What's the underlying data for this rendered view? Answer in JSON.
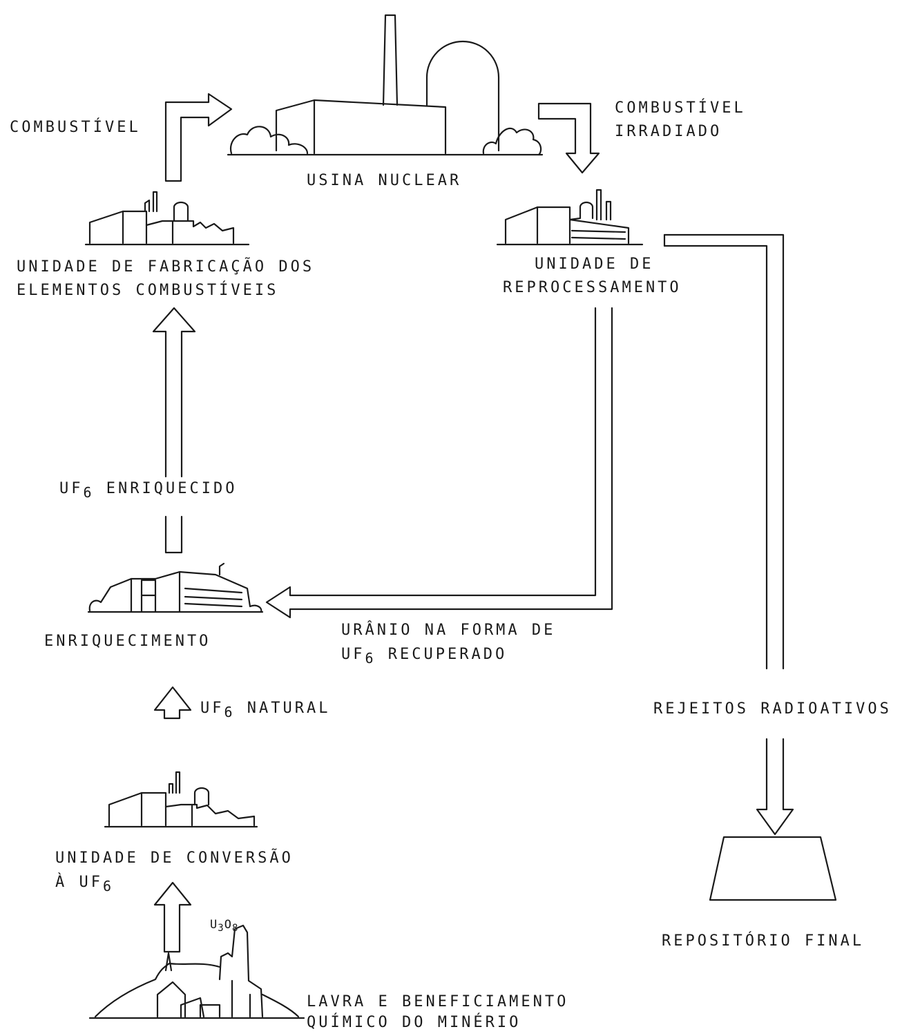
{
  "labels": {
    "combustivel": "COMBUSTÍVEL",
    "combustivel_irradiado_1": "COMBUSTÍVEL",
    "combustivel_irradiado_2": "IRRADIADO",
    "usina_nuclear": "USINA NUCLEAR",
    "fabricacao_1": "UNIDADE DE FABRICAÇÃO DOS",
    "fabricacao_2": "ELEMENTOS COMBUSTÍVEIS",
    "reprocessamento_1": "UNIDADE DE",
    "reprocessamento_2": "REPROCESSAMENTO",
    "uf6_enriquecido": {
      "pre": "UF",
      "sub": "6",
      "post": " ENRIQUECIDO"
    },
    "enriquecimento": "ENRIQUECIMENTO",
    "uranio_1": "URÂNIO NA FORMA DE",
    "uranio_2": {
      "pre": "UF",
      "sub": "6",
      "post": " RECUPERADO"
    },
    "uf6_natural": {
      "pre": "UF",
      "sub": "6",
      "post": " NATURAL"
    },
    "rejeitos": "REJEITOS RADIOATIVOS",
    "conversao_1": "UNIDADE DE CONVERSÃO",
    "conversao_2": {
      "pre": "À  UF",
      "sub": "6"
    },
    "u3o8": {
      "a": "U",
      "b": "3",
      "c": "O",
      "d": "8"
    },
    "repositorio": "REPOSITÓRIO FINAL",
    "lavra_1": "LAVRA E BENEFICIAMENTO",
    "lavra_2": "QUÍMICO DO MINÉRIO"
  }
}
